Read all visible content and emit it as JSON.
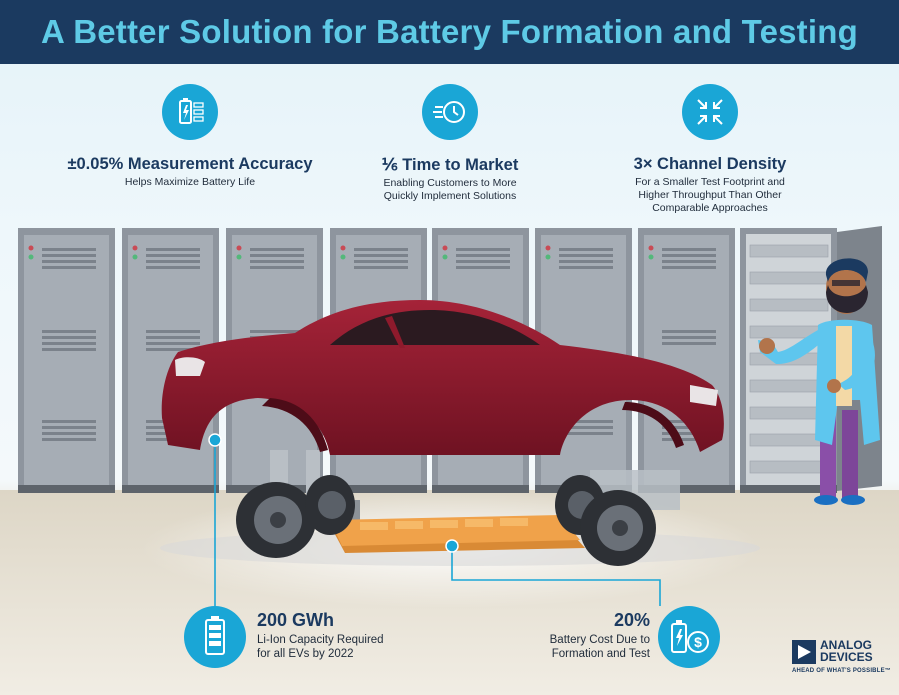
{
  "title": "A Better Solution for Battery Formation and Testing",
  "features": [
    {
      "icon": "battery-gauge-icon",
      "title": "±0.05% Measurement Accuracy",
      "desc": [
        "Helps Maximize Battery Life"
      ]
    },
    {
      "icon": "fast-clock-icon",
      "title": "⅙ Time to Market",
      "desc": [
        "Enabling Customers to More",
        "Quickly Implement Solutions"
      ]
    },
    {
      "icon": "compress-arrows-icon",
      "title": "3× Channel Density",
      "desc": [
        "For a Smaller Test Footprint and",
        "Higher Throughput Than Other",
        "Comparable Approaches"
      ]
    }
  ],
  "stats": [
    {
      "icon": "battery-icon",
      "value": "200 GWh",
      "desc": [
        "Li-Ion Capacity Required",
        "for all EVs by 2022"
      ]
    },
    {
      "icon": "battery-dollar-icon",
      "value": "20%",
      "desc": [
        "Battery Cost Due to",
        "Formation and Test"
      ]
    }
  ],
  "logo": {
    "line1": "ANALOG",
    "line2": "DEVICES",
    "tagline": "AHEAD OF WHAT'S POSSIBLE™"
  },
  "colors": {
    "navy": "#1b3a60",
    "accent": "#1aa6d6",
    "title_text": "#5ecae6",
    "car": "#8e1a2c",
    "battery": "#f0a24a",
    "cabinet": "#8e959e"
  }
}
